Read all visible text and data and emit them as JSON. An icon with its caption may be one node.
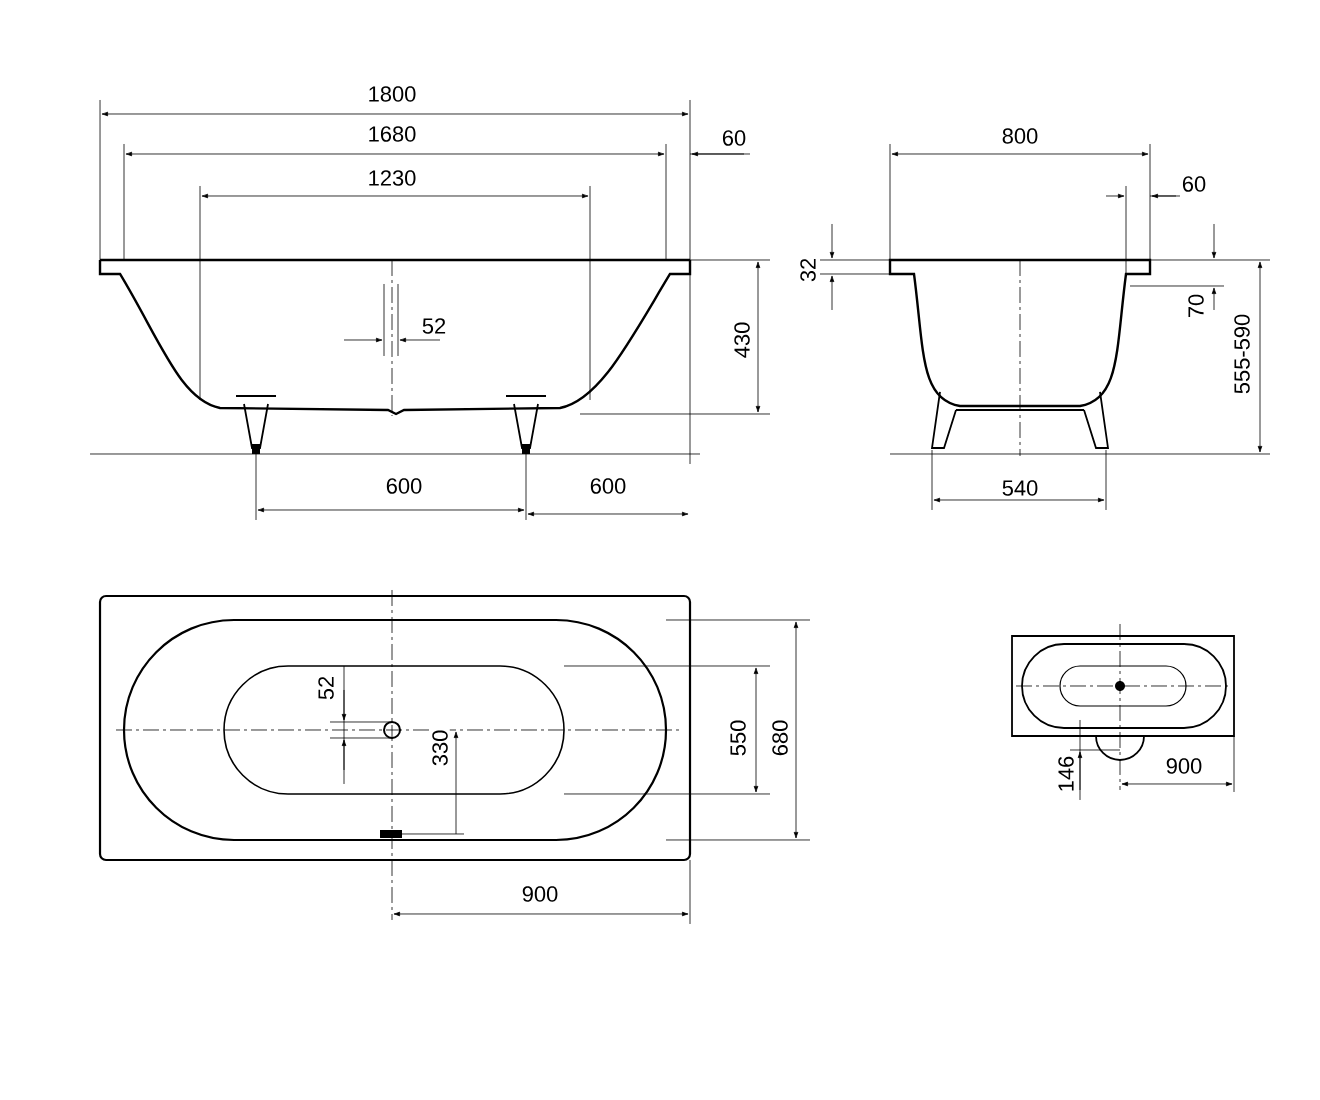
{
  "diagram": {
    "labels": [
      "1800",
      "1680",
      "60",
      "1230",
      "800",
      "60",
      "52",
      "32",
      "430",
      "70",
      "555-590",
      "600",
      "600",
      "540",
      "52",
      "330",
      "550",
      "680",
      "146",
      "900",
      "900"
    ]
  }
}
